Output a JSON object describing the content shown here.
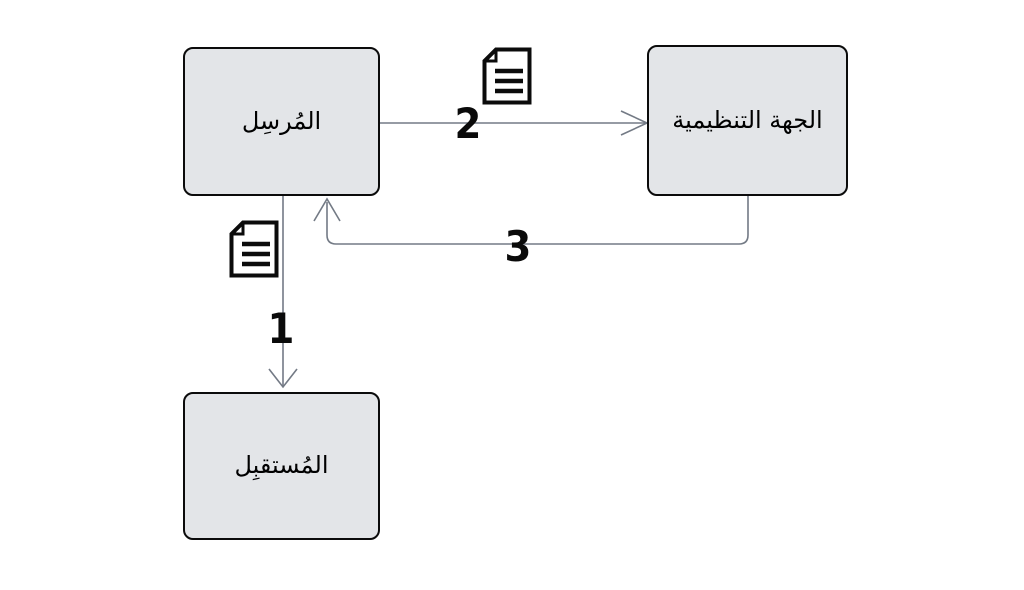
{
  "diagram": {
    "nodes": [
      {
        "id": "sender",
        "label": "المُرسِل"
      },
      {
        "id": "regulator",
        "label": "الجهة التنظيمية"
      },
      {
        "id": "receiver",
        "label": "المُستقبِل"
      }
    ],
    "edges": [
      {
        "id": "edge-1",
        "label": "1",
        "from": "sender",
        "to": "receiver",
        "icon": "document-icon"
      },
      {
        "id": "edge-2",
        "label": "2",
        "from": "sender",
        "to": "regulator",
        "icon": "document-icon"
      },
      {
        "id": "edge-3",
        "label": "3",
        "from": "regulator",
        "to": "sender",
        "icon": ""
      }
    ],
    "colors": {
      "background": "#ffffff",
      "node_fill": "#e3e5e8",
      "node_border": "#0b0b0b",
      "edge_stroke": "#737a85",
      "label_text": "#0a0a0a",
      "icon_stroke": "#0b0b0b"
    }
  }
}
